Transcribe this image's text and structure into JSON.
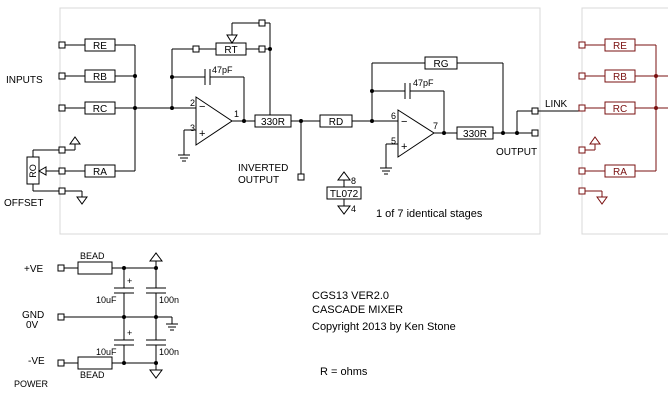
{
  "labels": {
    "inputs": "INPUTS",
    "offset": "OFFSET",
    "inverted_output_1": "INVERTED",
    "inverted_output_2": "OUTPUT",
    "output": "OUTPUT",
    "link": "LINK",
    "stages_note": "1 of 7 identical stages",
    "ic": "TL072",
    "pin_8": "8",
    "pin_4": "4",
    "power": "POWER",
    "pos_ve": "+VE",
    "neg_ve": "-VE",
    "gnd": "GND",
    "zero_v": "0V",
    "ohms_note": "R = ohms"
  },
  "resistors": {
    "re": "RE",
    "rb": "RB",
    "rc": "RC",
    "ra": "RA",
    "ro": "RO",
    "rt": "RT",
    "rg": "RG",
    "rd": "RD",
    "r330_1": "330R",
    "r330_2": "330R"
  },
  "next_stage_resistors": {
    "re": "RE",
    "rb": "RB",
    "rc": "RC",
    "ra": "RA"
  },
  "capacitors": {
    "c1": "47pF",
    "c2": "47pF",
    "c_10u_top": "10uF",
    "c_100n_top": "100n",
    "c_10u_bot": "10uF",
    "c_100n_bot": "100n",
    "plus_top": "+",
    "plus_bot": "+"
  },
  "beads": {
    "top": "BEAD",
    "bottom": "BEAD"
  },
  "opamp1": {
    "pin_in_neg": "2",
    "pin_in_pos": "3",
    "pin_out": "1",
    "minus": "−",
    "plus": "+"
  },
  "opamp2": {
    "pin_in_neg": "6",
    "pin_in_pos": "5",
    "pin_out": "7",
    "minus": "−",
    "plus": "+"
  },
  "title_block": {
    "line1": "CGS13 VER2.0",
    "line2": "CASCADE MIXER",
    "line3": "Copyright 2013 by Ken Stone"
  },
  "colors": {
    "line": "#000000",
    "next_stage": "#7a1010",
    "frame": "#d8d8d8"
  }
}
